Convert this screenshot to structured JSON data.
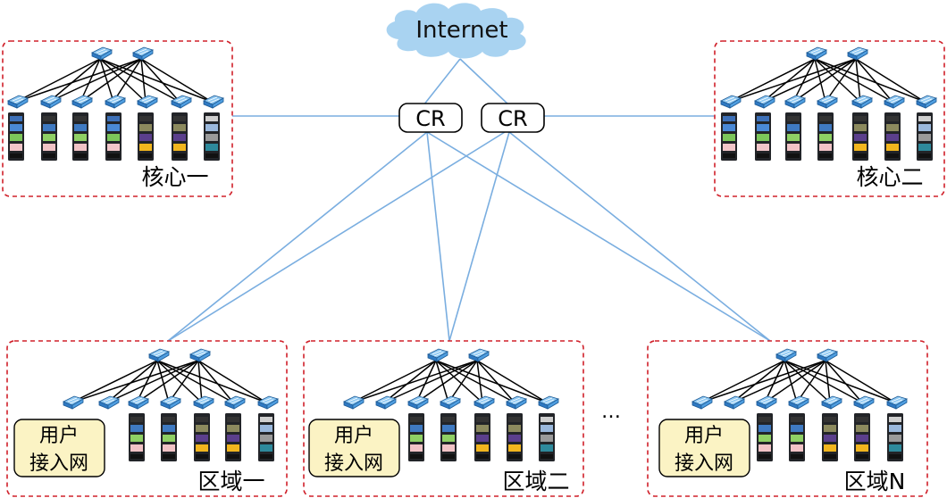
{
  "cloud": {
    "label": "Internet"
  },
  "core_routers": [
    {
      "label": "CR"
    },
    {
      "label": "CR"
    }
  ],
  "groups": [
    {
      "id": "core-1",
      "label": "核心一",
      "kind": "core",
      "server_colors": [
        "blue",
        "green",
        "green",
        "blue",
        "purple",
        "purple",
        "teal"
      ]
    },
    {
      "id": "core-2",
      "label": "核心二",
      "kind": "core",
      "server_colors": [
        "blue",
        "blue",
        "green",
        "green",
        "purple",
        "purple",
        "teal"
      ]
    },
    {
      "id": "region-1",
      "label": "区域一",
      "kind": "region",
      "server_colors": [
        "green",
        "green",
        "purple",
        "purple",
        "teal"
      ]
    },
    {
      "id": "region-2",
      "label": "区域二",
      "kind": "region",
      "server_colors": [
        "green",
        "green",
        "purple",
        "purple",
        "teal"
      ]
    },
    {
      "id": "region-n",
      "label": "区域N",
      "kind": "region",
      "server_colors": [
        "green",
        "green",
        "purple",
        "purple",
        "teal"
      ]
    }
  ],
  "access_network": {
    "line1": "用户",
    "line2": "接入网"
  },
  "ellipsis": "…",
  "colors": {
    "boundary": "#d0202a",
    "link": "#7aaee0",
    "cloud": "#a9d3f1",
    "access_fill": "#fbf3c4",
    "switch_blue": "#3b8fd6"
  }
}
